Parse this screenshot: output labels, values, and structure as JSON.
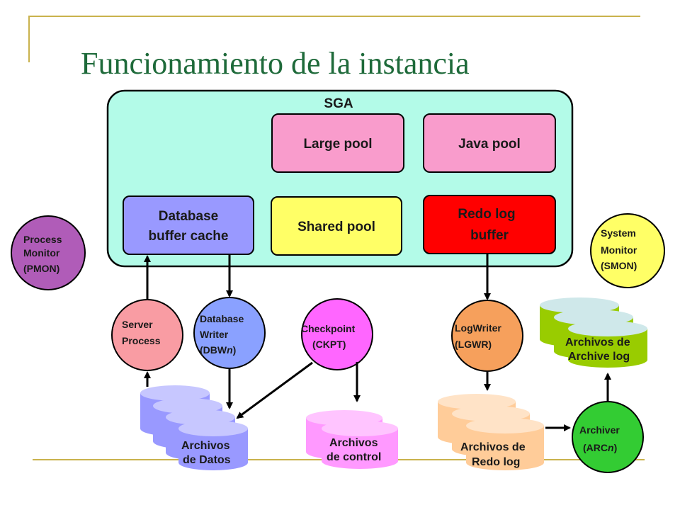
{
  "title": "Funcionamiento de la instancia",
  "sga": {
    "label": "SGA",
    "large_pool": "Large pool",
    "java_pool": "Java pool",
    "db_buffer_cache": [
      "Database",
      "buffer cache"
    ],
    "shared_pool": "Shared pool",
    "redo_log_buffer": [
      "Redo log",
      "buffer"
    ]
  },
  "processes": {
    "pmon": [
      "Process",
      "Monitor",
      "(PMON)"
    ],
    "smon": [
      "System",
      "Monitor",
      "(SMON)"
    ],
    "server": [
      "Server",
      "Process"
    ],
    "dbwn": [
      "Database",
      "Writer",
      "(DBW",
      "n",
      ")"
    ],
    "ckpt": [
      "Checkpoint",
      "(CKPT)"
    ],
    "lgwr": [
      "LogWriter",
      "(LGWR)"
    ],
    "arcn": [
      "Archiver",
      "(ARC",
      "n",
      ")"
    ]
  },
  "files": {
    "datos": [
      "Archivos",
      "de Datos"
    ],
    "control": [
      "Archivos",
      "de control"
    ],
    "redo": [
      "Archivos de",
      "Redo log"
    ],
    "archive": [
      "Archivos de",
      "Archive log"
    ]
  },
  "colors": {
    "title": "#1e6a3a",
    "sga_fill": "#b3fbe8",
    "large_pool": "#f99ccc",
    "java_pool": "#f99ccc",
    "db_buffer": "#9999ff",
    "shared_pool": "#ffff66",
    "redo_buffer": "#ff0000",
    "pmon": "#b05cb8",
    "smon": "#ffff66",
    "server": "#f99ca3",
    "dbwn": "#8aa1ff",
    "ckpt": "#ff66ff",
    "lgwr": "#f6a05c",
    "arcn": "#33cc33",
    "datos": "#9999ff",
    "control": "#ff99ff",
    "redo": "#ffcc99",
    "archive": "#99cc00"
  }
}
